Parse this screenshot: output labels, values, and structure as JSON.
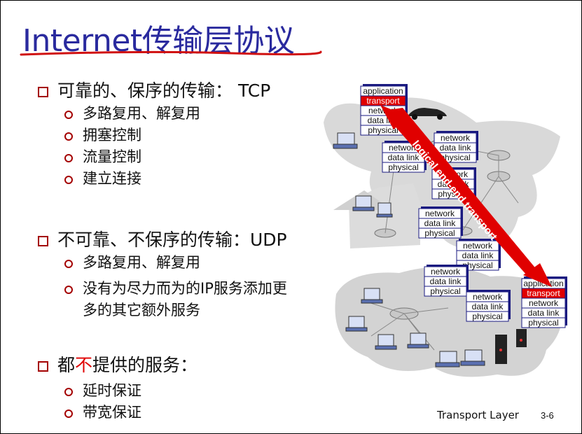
{
  "slide": {
    "title": "Internet传输层协议",
    "footer": {
      "label": "Transport Layer",
      "page": "3-6"
    }
  },
  "bullets": [
    {
      "text": "可靠的、保序的传输：  TCP",
      "sub": [
        "多路复用、解复用",
        "拥塞控制",
        "流量控制",
        "建立连接"
      ]
    },
    {
      "text": "不可靠、不保序的传输：UDP",
      "sub": [
        "多路复用、解复用",
        "没有为尽力而为的IP服务添加更",
        "多的其它额外服务"
      ]
    },
    {
      "pre": "都",
      "highlight": "不",
      "post": "提供的服务：",
      "sub": [
        "延时保证",
        "带宽保证"
      ]
    }
  ],
  "diagram": {
    "arrow_label": "logical end-end transport",
    "stack_src": [
      "application",
      "transport",
      "network",
      "data link",
      "physical"
    ],
    "stack_dst": [
      "application",
      "transport",
      "network",
      "data link",
      "physical"
    ],
    "router_stacks": [
      [
        "network",
        "data link",
        "physical"
      ],
      [
        "network",
        "data link",
        "physical"
      ],
      [
        "network",
        "data link",
        "physical"
      ],
      [
        "network",
        "data link",
        "physical"
      ],
      [
        "network",
        "data link",
        "physical"
      ],
      [
        "network",
        "data link",
        "physical"
      ],
      [
        "network",
        "data link",
        "physical"
      ]
    ]
  },
  "colors": {
    "title": "#2a2a9e",
    "bullet": "#a40000",
    "arrow": "#e00000",
    "layer_border": "#1a1a80"
  }
}
